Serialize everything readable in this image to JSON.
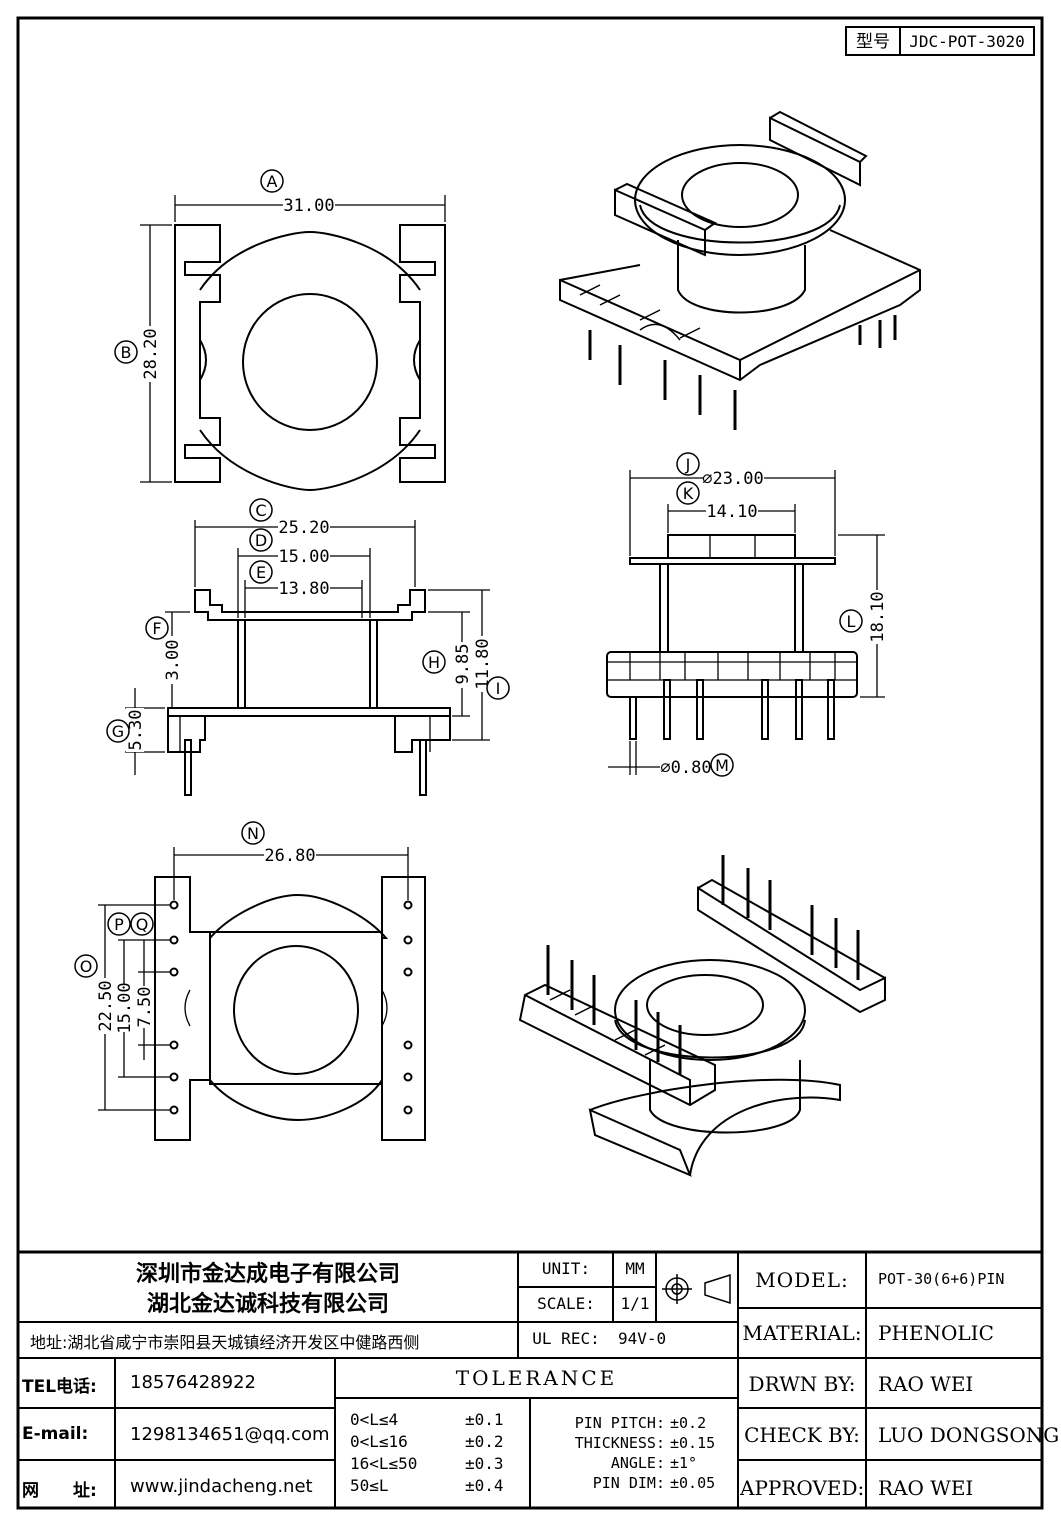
{
  "model_box": {
    "label": "型号",
    "value": "JDC-POT-3020"
  },
  "dims": {
    "A": "31.00",
    "B": "28.20",
    "C": "25.20",
    "D": "15.00",
    "E": "13.80",
    "F": "3.00",
    "G": "5.30",
    "H": "9.85",
    "I": "11.80",
    "J": "⌀23.00",
    "K": "14.10",
    "L": "18.10",
    "M": "⌀0.80",
    "N": "26.80",
    "O": "22.50",
    "P": "15.00",
    "Q": "7.50"
  },
  "balloons": [
    "A",
    "B",
    "C",
    "D",
    "E",
    "F",
    "G",
    "H",
    "I",
    "J",
    "K",
    "L",
    "M",
    "N",
    "O",
    "P",
    "Q"
  ],
  "company": {
    "name1": "深圳市金达成电子有限公司",
    "name2": "湖北金达诚科技有限公司",
    "address": "地址:湖北省咸宁市崇阳县天城镇经济开发区中健路西侧",
    "tel_label": "TEL电话:",
    "tel": "18576428922",
    "email_label": "E-mail:",
    "email": "1298134651@qq.com",
    "web_label": "网　　址:",
    "web": "www.jindacheng.net"
  },
  "spec": {
    "unit_label": "UNIT:",
    "unit": "MM",
    "scale_label": "SCALE:",
    "scale": "1/1",
    "ulrec_label": "UL REC:",
    "ulrec": "94V-0"
  },
  "tolerance": {
    "title": "TOLERANCE",
    "rows": [
      {
        "range": "0<L≤4",
        "tol": "±0.1"
      },
      {
        "range": "0<L≤16",
        "tol": "±0.2"
      },
      {
        "range": "16<L≤50",
        "tol": "±0.3"
      },
      {
        "range": "50≤L",
        "tol": "±0.4"
      }
    ],
    "extra": [
      {
        "label": "PIN PITCH:",
        "val": "±0.2"
      },
      {
        "label": "THICKNESS:",
        "val": "±0.15"
      },
      {
        "label": "ANGLE:",
        "val": "±1°"
      },
      {
        "label": "PIN DIM:",
        "val": "±0.05"
      }
    ]
  },
  "titleblock": {
    "model_label": "MODEL:",
    "model": "POT-30(6+6)PIN",
    "material_label": "MATERIAL:",
    "material": "PHENOLIC",
    "drawn_label": "DRWN BY:",
    "drawn": "RAO WEI",
    "check_label": "CHECK BY:",
    "check": "LUO DONGSONG",
    "approved_label": "APPROVED:",
    "approved": "RAO WEI"
  }
}
